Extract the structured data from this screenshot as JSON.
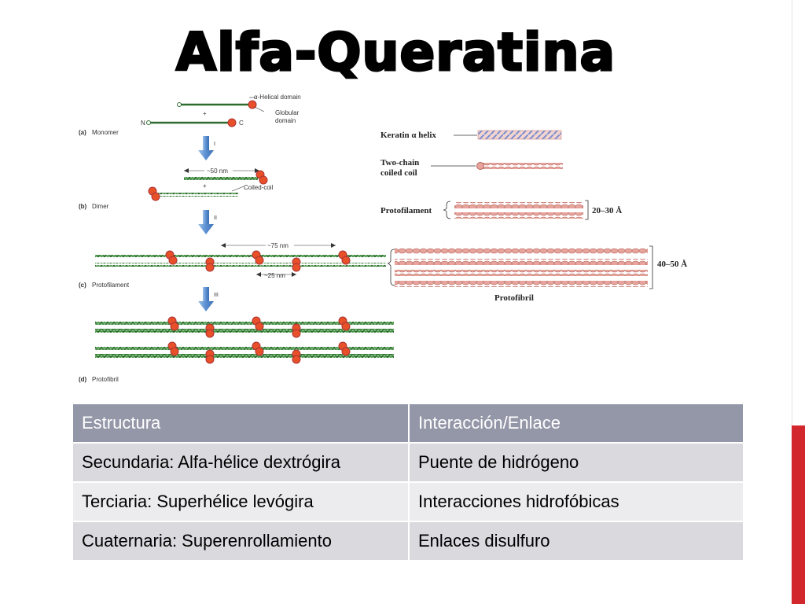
{
  "slide": {
    "title": "Alfa-Queratina",
    "accent_color": "#d3272e"
  },
  "figure_left": {
    "panel_a": {
      "label_letter": "(a)",
      "label": "Monomer",
      "helical_domain": "α-Helical domain",
      "globular_domain_line1": "Globular",
      "globular_domain_line2": "domain",
      "n_terminus": "N",
      "c_terminus": "C",
      "plus": "+"
    },
    "step_1": "I",
    "panel_b": {
      "label_letter": "(b)",
      "label": "Dimer",
      "length": "~50 nm",
      "coiled_coil": "Coiled-coil",
      "plus": "+"
    },
    "step_2": "II",
    "panel_c": {
      "label_letter": "(c)",
      "label": "Protofilament",
      "length_top": "~75 nm",
      "length_bottom": "~25 nm"
    },
    "step_3": "III",
    "panel_d": {
      "label_letter": "(d)",
      "label": "Protofibril"
    },
    "colors": {
      "helix": "#2e6b2e",
      "globule": "#e8502a",
      "arrow": "#5b8fd1"
    }
  },
  "figure_right": {
    "keratin_helix": "Keratin α helix",
    "two_chain_line1": "Two-chain",
    "two_chain_line2": "coiled coil",
    "protofilament": "Protofilament",
    "protofilament_size": "20–30 Å",
    "protofibril": "Protofibril",
    "protofibril_size": "40–50 Å",
    "colors": {
      "strand": "#e08f88",
      "helix_blue": "#8fa4d8"
    }
  },
  "table": {
    "headers": [
      "Estructura",
      "Interacción/Enlace"
    ],
    "rows": [
      [
        "Secundaria: Alfa-hélice dextrógira",
        "Puente de hidrógeno"
      ],
      [
        "Terciaria: Superhélice levógira",
        "Interacciones hidrofóbicas"
      ],
      [
        "Cuaternaria: Superenrollamiento",
        "Enlaces disulfuro"
      ]
    ],
    "header_color": "#9497a8"
  }
}
